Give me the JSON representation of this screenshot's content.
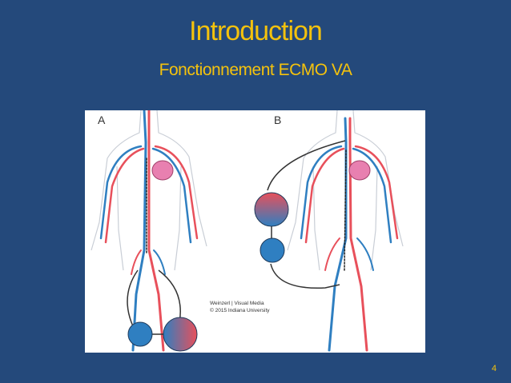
{
  "slide": {
    "title": "Introduction",
    "subtitle": "Fonctionnement ECMO VA",
    "page_number": "4"
  },
  "figure": {
    "panel_a_label": "A",
    "panel_b_label": "B",
    "credit_line1": "Weinzerl | Visual Media",
    "credit_line2": "© 2015 Indiana University"
  },
  "colors": {
    "background": "#24497b",
    "title": "#f4c20d",
    "artery": "#e8505b",
    "vein": "#2f7fc1",
    "heart": "#e880b0"
  }
}
